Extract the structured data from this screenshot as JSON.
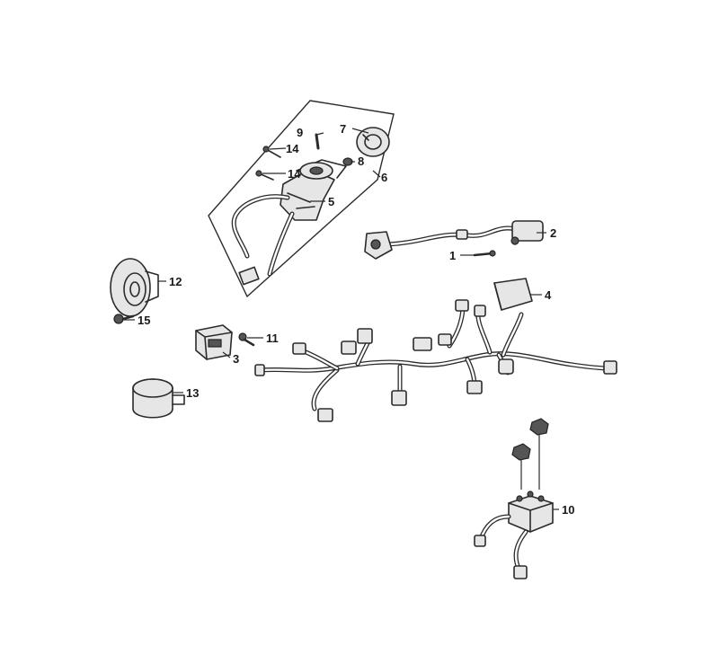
{
  "callouts": {
    "c1": "1",
    "c2": "2",
    "c3": "3",
    "c4": "4",
    "c5": "5",
    "c6": "6",
    "c7": "7",
    "c8": "8",
    "c9": "9",
    "c10": "10",
    "c11": "11",
    "c12": "12",
    "c13": "13",
    "c14a": "14",
    "c14b": "14",
    "c15": "15"
  }
}
